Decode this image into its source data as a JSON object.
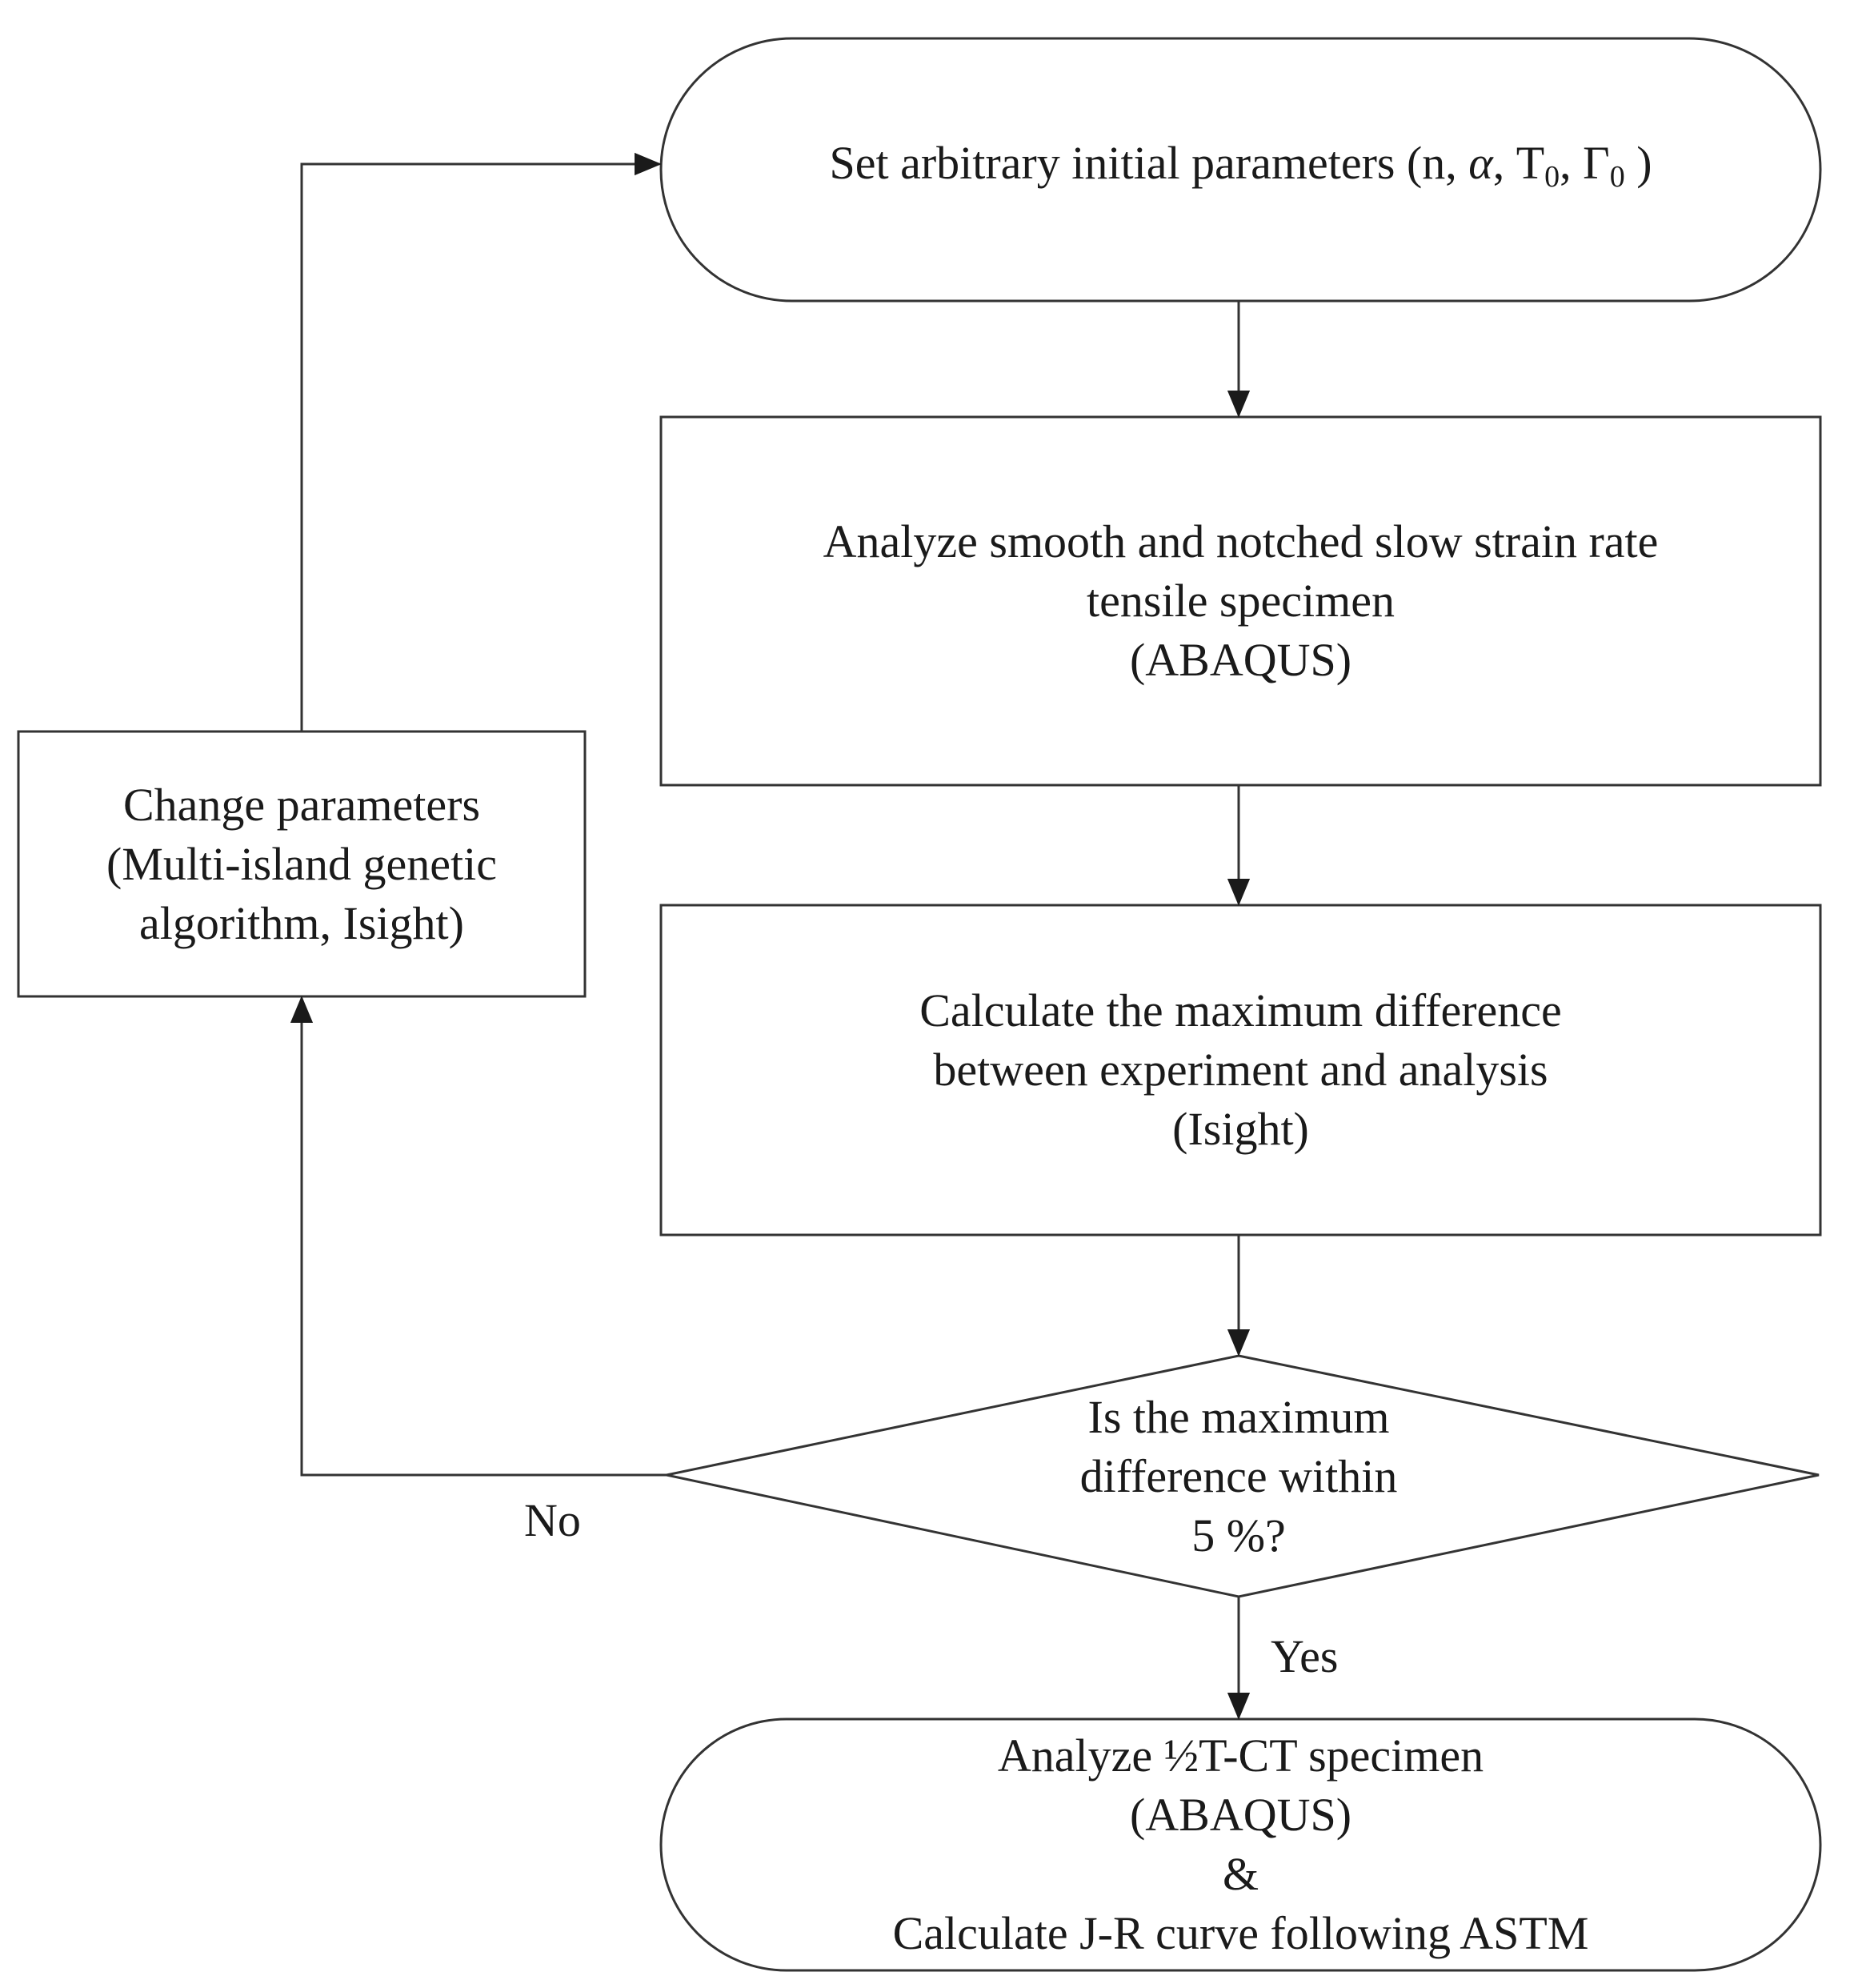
{
  "nodes": {
    "start": {
      "prefix": "Set arbitrary initial parameters (n, ",
      "alpha": "α",
      "sep1": ", ",
      "t_sym": "T",
      "t_sub": "0",
      "sep2": ", ",
      "g_sym": "Γ",
      "g_sub": "0",
      "suffix": " )"
    },
    "analyze_tensile": {
      "lines": [
        "Analyze smooth and notched slow strain rate",
        "tensile specimen",
        "(ABAQUS)"
      ]
    },
    "calculate_difference": {
      "lines": [
        "Calculate the maximum difference",
        "between experiment and analysis",
        "(Isight)"
      ]
    },
    "decision": {
      "lines": [
        "Is the maximum",
        "difference within",
        "5 %?"
      ]
    },
    "change_parameters": {
      "lines": [
        "Change parameters",
        "(Multi-island  genetic",
        "algorithm, Isight)"
      ]
    },
    "end": {
      "lines": [
        "Analyze ½T-CT specimen",
        "(ABAQUS)",
        "&",
        "Calculate J-R curve following ASTM"
      ]
    }
  },
  "edge_labels": {
    "no": "No",
    "yes": "Yes"
  }
}
